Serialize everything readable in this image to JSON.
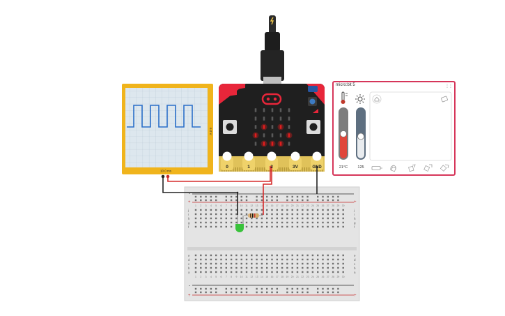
{
  "oscilloscope": {
    "volts_label": "6.0 V",
    "time_label": "10.0 ms",
    "frame_color": "#f0b41c",
    "screen_color": "#dde7ee",
    "trace_color": "#2a6fc9"
  },
  "microbit": {
    "pins": [
      "0",
      "1",
      "2",
      "3V",
      "GND"
    ],
    "board_color": "#1f1f1f",
    "accent_color": "#e8263a",
    "led_color": "#e21d1d",
    "lit_leds": [
      [
        2,
        1
      ],
      [
        2,
        3
      ],
      [
        3,
        0
      ],
      [
        3,
        4
      ],
      [
        4,
        1
      ],
      [
        4,
        2
      ],
      [
        4,
        3
      ]
    ],
    "connector_icon": "lightning-icon"
  },
  "control_panel": {
    "title": "micro:bit 5",
    "grip_glyph": "⋮⋮",
    "temperature_label": "21°C",
    "light_label": "125",
    "temperature_level": 0.55,
    "light_level": 0.5,
    "icons": [
      "thermometer-icon",
      "sun-icon",
      "home-icon",
      "tilt-icon",
      "shake-icon",
      "rotate-left-icon",
      "rotate-right-icon",
      "point-icon",
      "wave-icon"
    ]
  },
  "breadboard": {
    "top_rail_label": "+",
    "bottom_rail_label": "+",
    "rail_minus_label": "-",
    "row_letters_top": [
      "j",
      "i",
      "h",
      "g",
      "f"
    ],
    "row_letters_bottom": [
      "e",
      "d",
      "c",
      "b",
      "a"
    ],
    "columns": 30
  },
  "components": {
    "led_color": "#39c23b",
    "resistor_color": "#d9b27b"
  },
  "wires": {
    "red": "#d52b2b",
    "black": "#222222"
  }
}
